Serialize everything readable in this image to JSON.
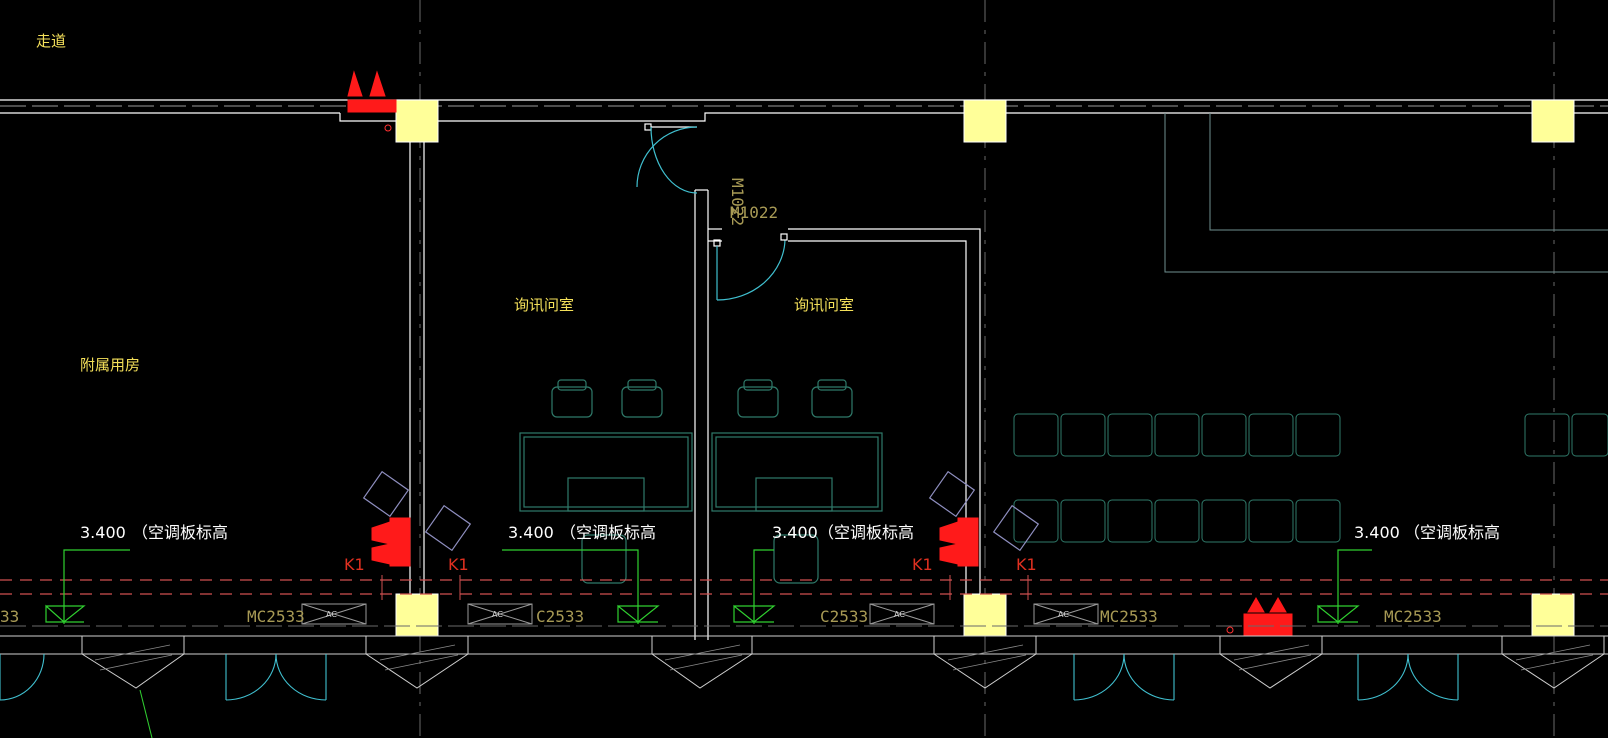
{
  "rooms": {
    "corridor": "走道",
    "annex": "附属用房",
    "interrogation_1": "询讯问室",
    "interrogation_2": "询讯问室"
  },
  "doors": {
    "m1022_vertical": "M1022",
    "m1022": "M1022"
  },
  "windows": {
    "mc2533_left": "MC2533",
    "c2533_left": "C2533",
    "c2533_mid": "C2533",
    "mc2533_mid": "MC2533",
    "mc2533_right": "MC2533",
    "partial_left": "33",
    "ac_tag": "AC"
  },
  "elevations": {
    "e1_value": "3.400",
    "e1_text": "（空调板标高",
    "e2_value": "3.400",
    "e2_text": "（空调板标高",
    "e3_value": "3.400",
    "e3_text": "（空调板标高",
    "e4_value": "3.400",
    "e4_text": "（空调板标高"
  },
  "markers": {
    "k1_a": "K1",
    "k1_b": "K1",
    "k1_c": "K1",
    "k1_d": "K1"
  },
  "colors": {
    "background": "#000000",
    "wall": "#ffffff",
    "column": "#ffff99",
    "furniture": "#2f7a6a",
    "door_arc": "#40c0d0",
    "elevation_line": "#30d030",
    "dashed_axis": "#d05050",
    "symbol_red": "#ff1a1a"
  }
}
